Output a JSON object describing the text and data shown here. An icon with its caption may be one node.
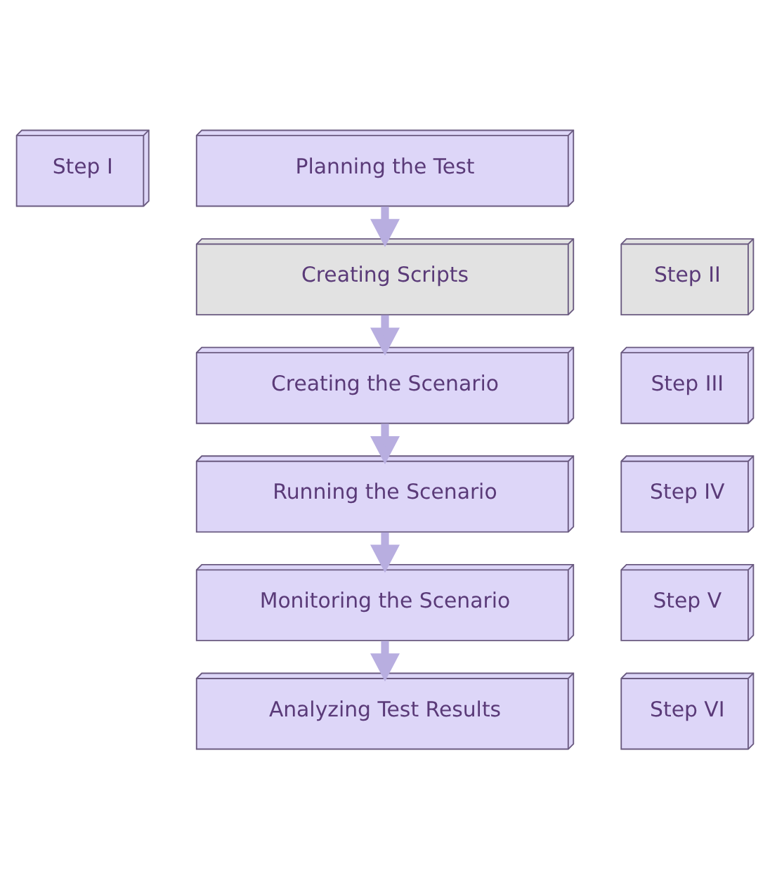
{
  "diagram": {
    "nodes": [
      {
        "text": [
          "Step I"
        ]
      },
      {
        "text": [
          "Planning the Test"
        ]
      },
      {
        "text": [
          "Step II"
        ]
      },
      {
        "text": [
          "Creating Scripts"
        ]
      },
      {
        "text": [
          "Step III"
        ]
      },
      {
        "text": [
          "Creating the Scenario"
        ]
      },
      {
        "text": [
          "Step IV"
        ]
      },
      {
        "text": [
          "Running the Scenario"
        ]
      },
      {
        "text": [
          "Step V"
        ]
      },
      {
        "text": [
          "Monitoring the Scenario"
        ]
      },
      {
        "text": [
          "Step VI"
        ]
      },
      {
        "text": [
          "Analyzing Test Results"
        ]
      }
    ],
    "edges": [
      {
        "from": 1,
        "to": 3,
        "arrow": "to"
      },
      {
        "from": 3,
        "to": 5,
        "arrow": "to"
      },
      {
        "from": 5,
        "to": 7,
        "arrow": "to"
      },
      {
        "from": 7,
        "to": 9,
        "arrow": "to"
      },
      {
        "from": 9,
        "to": 11,
        "arrow": "to"
      }
    ]
  }
}
